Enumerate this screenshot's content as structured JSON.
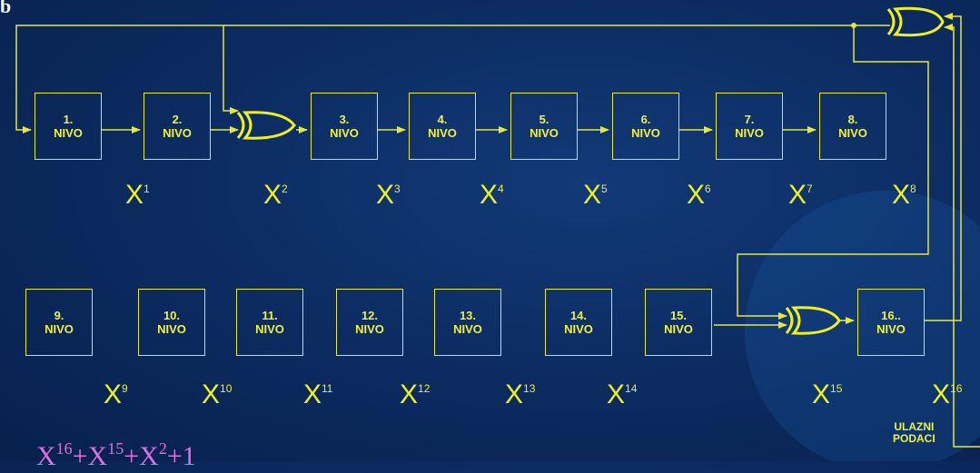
{
  "corner_label": "b",
  "levels": [
    {
      "num": "1.",
      "label": "NIVO"
    },
    {
      "num": "2.",
      "label": "NIVO"
    },
    {
      "num": "3.",
      "label": "NIVO"
    },
    {
      "num": "4.",
      "label": "NIVO"
    },
    {
      "num": "5.",
      "label": "NIVO"
    },
    {
      "num": "6.",
      "label": "NIVO"
    },
    {
      "num": "7.",
      "label": "NIVO"
    },
    {
      "num": "8.",
      "label": "NIVO"
    },
    {
      "num": "9.",
      "label": "NIVO"
    },
    {
      "num": "10.",
      "label": "NIVO"
    },
    {
      "num": "11.",
      "label": "NIVO"
    },
    {
      "num": "12.",
      "label": "NIVO"
    },
    {
      "num": "13.",
      "label": "NIVO"
    },
    {
      "num": "14.",
      "label": "NIVO"
    },
    {
      "num": "15.",
      "label": "NIVO"
    },
    {
      "num": "16..",
      "label": "NIVO"
    }
  ],
  "powers": [
    {
      "base": "X",
      "exp": "1"
    },
    {
      "base": "X",
      "exp": "2"
    },
    {
      "base": "X",
      "exp": "3"
    },
    {
      "base": "X",
      "exp": "4"
    },
    {
      "base": "X",
      "exp": "5"
    },
    {
      "base": "X",
      "exp": "6"
    },
    {
      "base": "X",
      "exp": "7"
    },
    {
      "base": "X",
      "exp": "8"
    },
    {
      "base": "X",
      "exp": "9"
    },
    {
      "base": "X",
      "exp": "10"
    },
    {
      "base": "X",
      "exp": "11"
    },
    {
      "base": "X",
      "exp": "12"
    },
    {
      "base": "X",
      "exp": "13"
    },
    {
      "base": "X",
      "exp": "14"
    },
    {
      "base": "X",
      "exp": "15"
    },
    {
      "base": "X",
      "exp": "16"
    }
  ],
  "input_label": {
    "line1": "ULAZNI",
    "line2": "PODACI"
  },
  "formula": {
    "t1": "X",
    "e1": "16",
    "t2": "+X",
    "e2": "15",
    "t3": "+X",
    "e3": "2",
    "t4": "+1"
  },
  "colors": {
    "line": "#e8e830",
    "text": "#f0f040",
    "formula": "#e070e0",
    "background": "#0b2a5e"
  }
}
